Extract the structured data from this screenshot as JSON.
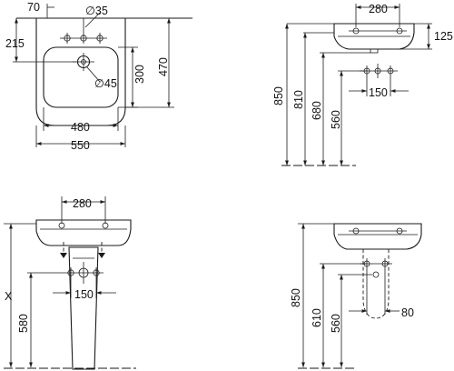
{
  "views": {
    "top": {
      "dims": {
        "offset_70": "70",
        "hole_dia_35": "∅35",
        "depth_215": "215",
        "height_300": "300",
        "height_470": "470",
        "drain_dia_45": "∅45",
        "width_480": "480",
        "width_550": "550"
      }
    },
    "side_wall": {
      "dims": {
        "width_280": "280",
        "height_125": "125",
        "height_850": "850",
        "height_810": "810",
        "height_680": "680",
        "height_560": "560",
        "spacing_150": "150"
      }
    },
    "front_pedestal": {
      "dims": {
        "width_280": "280",
        "height_x": "X",
        "spacing_150": "150",
        "height_580": "580"
      }
    },
    "side_semipedestal": {
      "dims": {
        "height_850": "850",
        "height_610": "610",
        "height_560": "560",
        "offset_80": "80"
      }
    }
  }
}
